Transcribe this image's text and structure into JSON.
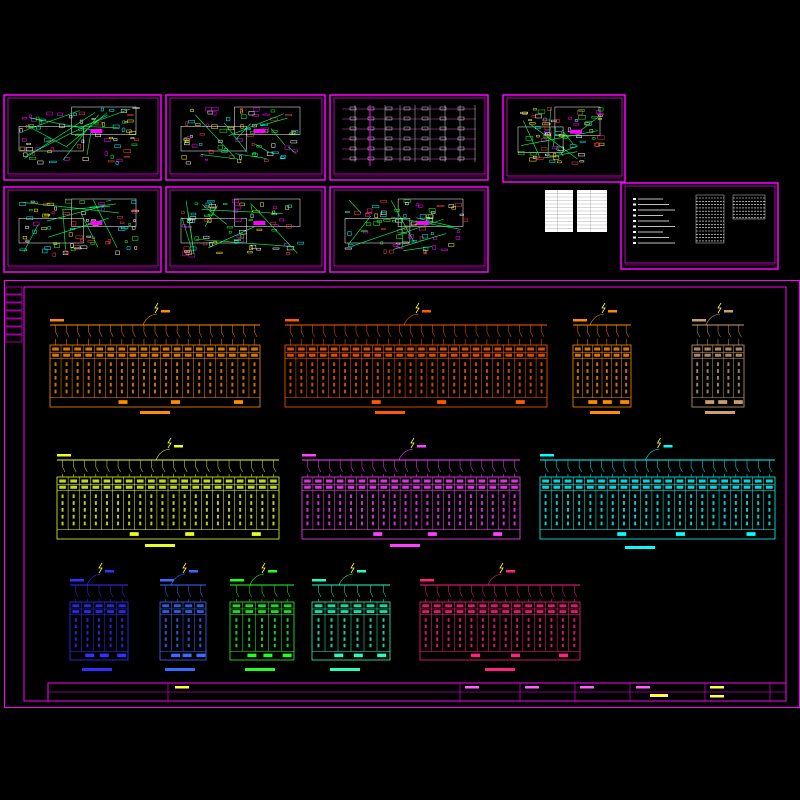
{
  "colors": {
    "frame": "#ff00ff",
    "orange": "#ff8c00",
    "red_orange": "#ff5a00",
    "tan": "#c8a070",
    "yellow": "#e8ff20",
    "magenta": "#ff40ff",
    "cyan": "#00ffff",
    "blue": "#3030ff",
    "blue2": "#3a6aff",
    "green": "#20ff20",
    "teal": "#20ffc0",
    "pink": "#ff2080"
  },
  "thumbnails": [
    {
      "id": "floor-plan-1",
      "kind": "floor-plan"
    },
    {
      "id": "floor-plan-2",
      "kind": "floor-plan"
    },
    {
      "id": "system-diagram",
      "kind": "system-diagram"
    },
    {
      "id": "floor-plan-small",
      "kind": "floor-plan"
    },
    {
      "id": "floor-plan-3",
      "kind": "floor-plan"
    },
    {
      "id": "floor-plan-4",
      "kind": "floor-plan"
    },
    {
      "id": "floor-plan-5",
      "kind": "floor-plan"
    },
    {
      "id": "notes-tables",
      "kind": "tables"
    },
    {
      "id": "legend-sheet",
      "kind": "legend"
    }
  ],
  "panels": [
    {
      "id": "panel-1",
      "color": "orange",
      "circuits": 19
    },
    {
      "id": "panel-2",
      "color": "red_orange",
      "circuits": 24
    },
    {
      "id": "panel-3",
      "color": "orange",
      "circuits": 6
    },
    {
      "id": "panel-4",
      "color": "tan",
      "circuits": 5
    },
    {
      "id": "panel-5",
      "color": "yellow",
      "circuits": 20
    },
    {
      "id": "panel-6",
      "color": "magenta",
      "circuits": 20
    },
    {
      "id": "panel-7",
      "color": "cyan",
      "circuits": 21
    },
    {
      "id": "panel-8",
      "color": "blue",
      "circuits": 5
    },
    {
      "id": "panel-9",
      "color": "blue2",
      "circuits": 4
    },
    {
      "id": "panel-10",
      "color": "green",
      "circuits": 5
    },
    {
      "id": "panel-11",
      "color": "teal",
      "circuits": 6
    },
    {
      "id": "panel-12",
      "color": "pink",
      "circuits": 14
    }
  ]
}
